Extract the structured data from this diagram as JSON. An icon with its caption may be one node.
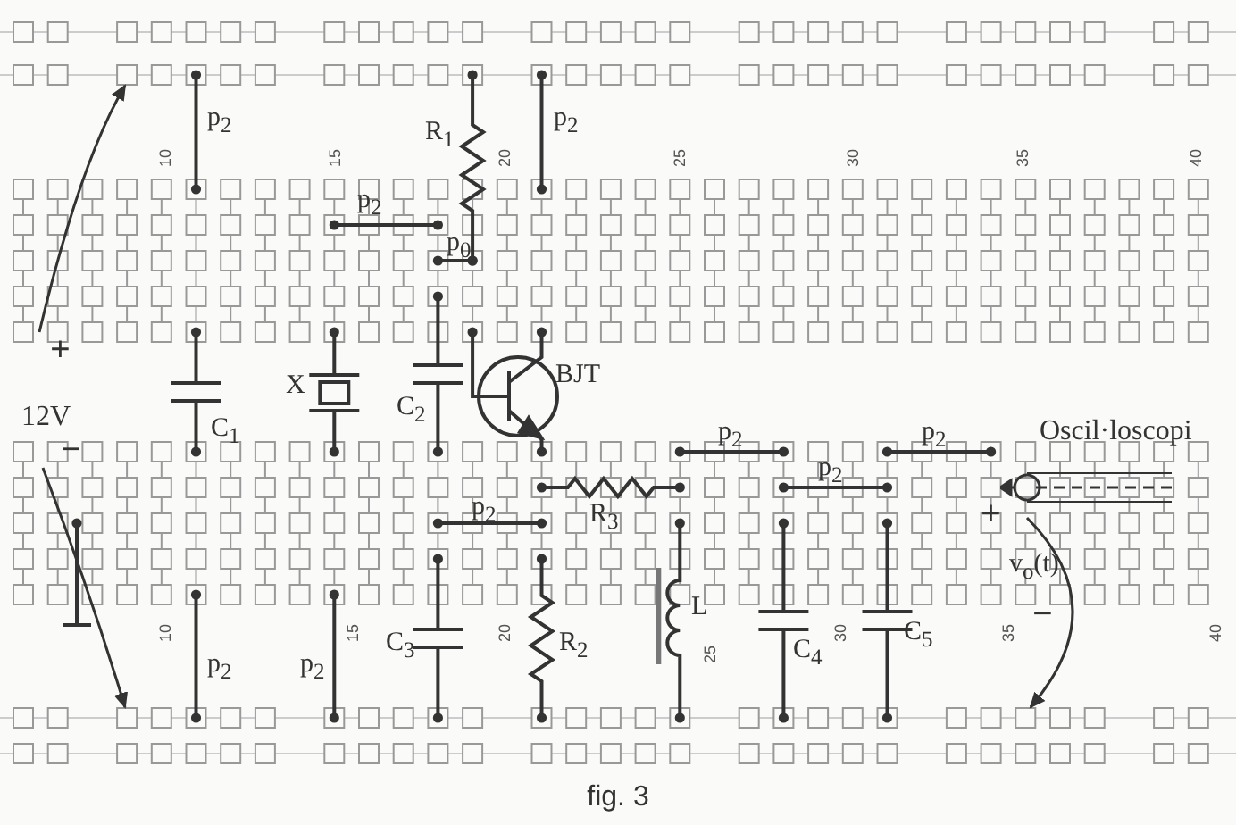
{
  "diagram": {
    "caption": "fig. 3",
    "nodes": [
      {
        "text": [
          "12V"
        ],
        "beside": [
          "+",
          "−"
        ]
      },
      {
        "text": [
          "Oscil·loscopi"
        ]
      }
    ],
    "edges": [
      {
        "from": 0,
        "to": null,
        "arrow": "to"
      },
      {
        "from": 0,
        "to": null,
        "arrow": "to"
      },
      {
        "from": 1,
        "to": null,
        "arrow": "to"
      }
    ],
    "labels": [
      "p$_{2}$",
      "R$_{1}$",
      "p$_{2}$",
      "10",
      "15",
      "20",
      "25",
      "30",
      "35",
      "40",
      "p$_{2}$",
      "p$_{0}$",
      "BJT",
      "X",
      "C$_{1}$",
      "C$_{2}$",
      "p$_{2}$",
      "p$_{2}$",
      "p$_{2}$",
      "p$_{2}$",
      "R$_{3}$",
      "+",
      "v$_{o}$(t)",
      "L",
      "−",
      "C$_{3}$",
      "R$_{2}$",
      "C$_{4}$",
      "C$_{5}$",
      "10",
      "15",
      "20",
      "25",
      "30",
      "35",
      "40",
      "p$_{2}$",
      "p$_{2}$"
    ]
  }
}
